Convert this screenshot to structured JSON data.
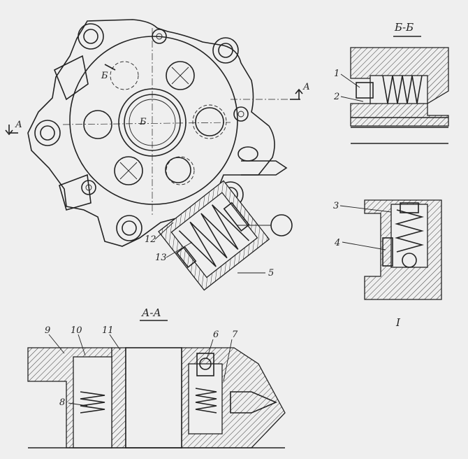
{
  "section_labels": {
    "section_bb": "Б-Б",
    "section_aa": "А-А",
    "cut_a_left": "А",
    "cut_a_right": "А",
    "cut_b_upper": "Б",
    "cut_b_lower": "Б"
  },
  "detail_label": "I",
  "callouts": {
    "c1": "1",
    "c2": "2",
    "c3": "3",
    "c4": "4",
    "c5": "5",
    "c6": "6",
    "c7": "7",
    "c8": "8",
    "c9": "9",
    "c10": "10",
    "c11": "11",
    "c12": "12",
    "c13": "13"
  }
}
